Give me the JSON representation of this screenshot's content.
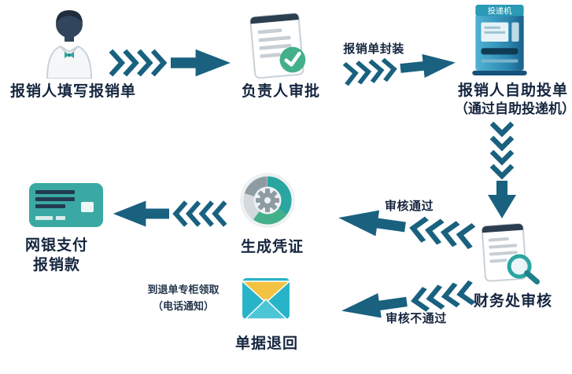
{
  "colors": {
    "arrow": "#19617f",
    "text": "#15253f",
    "teal": "#2aa5a0",
    "green": "#43b08a",
    "gold": "#f3c243",
    "card": "#3aa9a4",
    "envelope": "#28b4c8"
  },
  "nodes": {
    "applicant": {
      "label": "报销人填写报销单"
    },
    "approver": {
      "label": "负责人审批"
    },
    "kiosk": {
      "machine_title": "投递机",
      "label_line1": "报销人自助投单",
      "label_line2": "（通过自助投递机）"
    },
    "finance": {
      "label": "财务处审核"
    },
    "voucher": {
      "label": "生成凭证"
    },
    "payment": {
      "label_line1": "网银支付",
      "label_line2": "报销款"
    },
    "returned": {
      "label": "单据退回",
      "note_line1": "到退单专柜领取",
      "note_line2": "（电话通知）"
    }
  },
  "edges": {
    "package_label": "报销单封装",
    "approved_label": "审核通过",
    "rejected_label": "审核不通过"
  }
}
